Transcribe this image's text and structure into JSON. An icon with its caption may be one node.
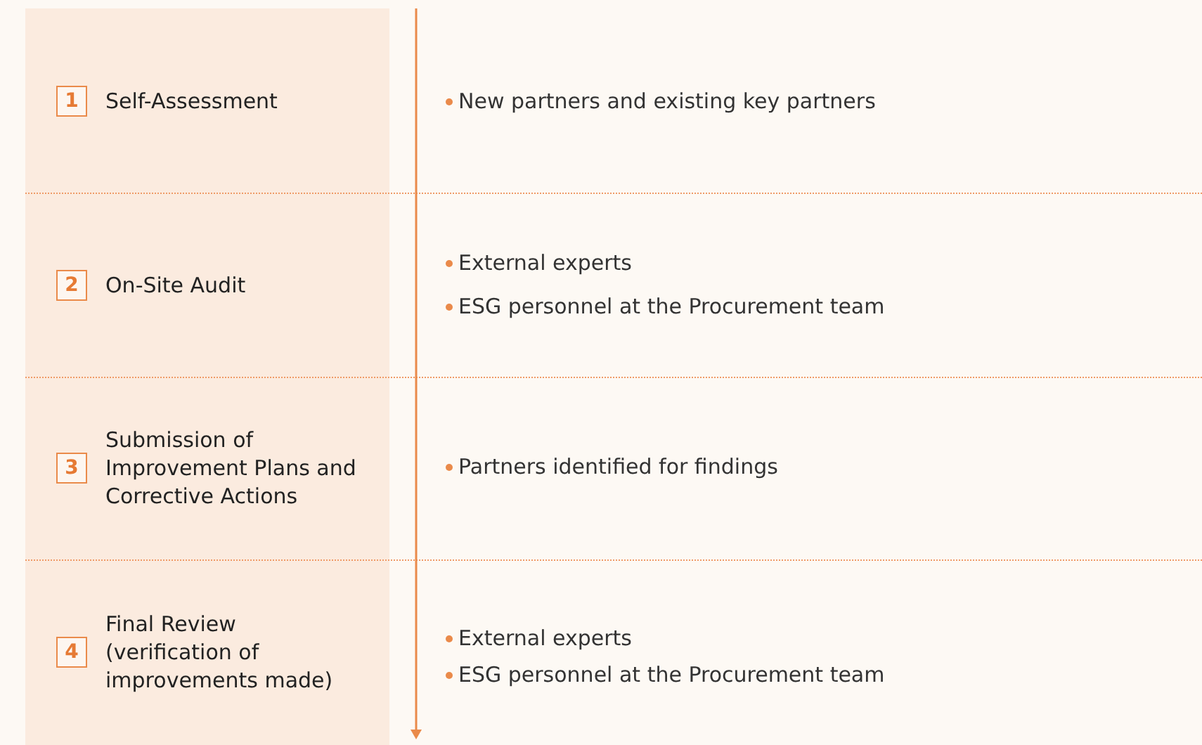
{
  "diagram": {
    "nodes": [
      {
        "text": [
          "1",
          "Self-Assessment"
        ]
      },
      {
        "text": [
          "2",
          "On-Site Audit"
        ]
      },
      {
        "text": [
          "3",
          "Submission of Improvement Plans and Corrective Actions"
        ]
      },
      {
        "text": [
          "4",
          "Final Review (verification of improvements made)"
        ]
      }
    ],
    "labels": [
      "New partners and existing key partners",
      "External experts",
      "ESG personnel at the Procurement team",
      "Partners identified for findings",
      "External experts",
      "ESG personnel at the Procurement team"
    ]
  }
}
